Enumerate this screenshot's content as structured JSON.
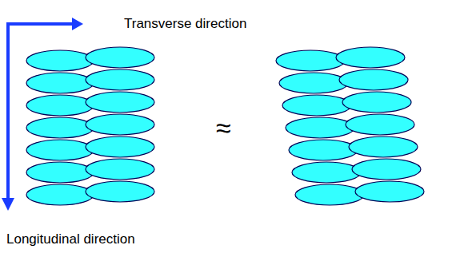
{
  "diagram": {
    "labels": [
      "Transverse direction",
      "≈",
      "Longitudinal direction"
    ]
  }
}
